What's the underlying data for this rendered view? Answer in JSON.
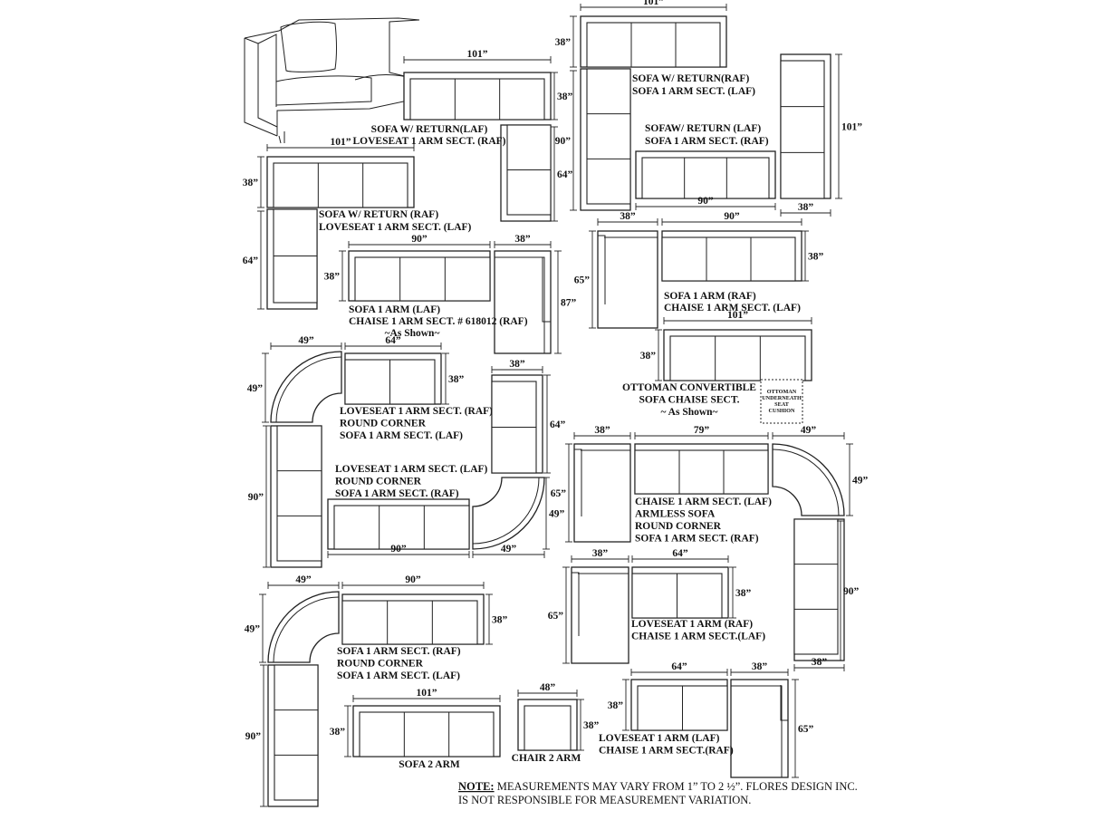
{
  "sectionals": [
    {
      "id": "a",
      "label_lines": [
        "SOFA W/ RETURN(LAF)",
        "LOVESEAT 1 ARM SECT. (RAF)"
      ],
      "dims": [
        "101”",
        "38”",
        "64”"
      ]
    },
    {
      "id": "b",
      "label_lines": [
        "SOFA W/ RETURN(RAF)",
        "SOFA 1 ARM SECT. (LAF)"
      ],
      "dims": [
        "101”",
        "38”",
        "90”"
      ]
    },
    {
      "id": "c",
      "label_lines": [
        "SOFAW/ RETURN (LAF)",
        "SOFA 1 ARM SECT. (RAF)"
      ],
      "dims": [
        "90”",
        "38”",
        "101”"
      ]
    },
    {
      "id": "d",
      "label_lines": [
        "SOFA W/ RETURN (RAF)",
        "LOVESEAT 1 ARM SECT.  (LAF)"
      ],
      "dims": [
        "101”",
        "38”",
        "64”"
      ]
    },
    {
      "id": "e",
      "label_lines": [
        "SOFA 1 ARM (LAF)",
        "CHAISE 1 ARM SECT. # 618012 (RAF)",
        "~As Shown~"
      ],
      "dims": [
        "90”",
        "38”",
        "38”",
        "87”"
      ]
    },
    {
      "id": "f",
      "label_lines": [
        "SOFA 1 ARM (RAF)",
        "CHAISE 1 ARM SECT.  (LAF)"
      ],
      "dims": [
        "38”",
        "90”",
        "65”",
        "38”"
      ]
    },
    {
      "id": "g",
      "label_lines": [
        "OTTOMAN CONVERTIBLE",
        "SOFA CHAISE SECT.",
        "~ As Shown~"
      ],
      "dims": [
        "101”",
        "38”"
      ],
      "ottoman_lines": [
        "OTTOMAN",
        "UNDERNEATH",
        "SEAT",
        "CUSHION"
      ]
    },
    {
      "id": "h",
      "label_lines": [
        "LOVESEAT 1 ARM SECT. (RAF)",
        "ROUND CORNER",
        "SOFA 1 ARM SECT. (LAF)"
      ],
      "dims": [
        "49”",
        "64”",
        "49”",
        "38”",
        "38”",
        "64”",
        "90”"
      ]
    },
    {
      "id": "i",
      "label_lines": [
        "LOVESEAT 1 ARM SECT. (LAF)",
        "ROUND CORNER",
        "SOFA 1 ARM SECT. (RAF)"
      ],
      "dims": [
        "90”",
        "49”",
        "49”"
      ]
    },
    {
      "id": "j",
      "label_lines": [
        "CHAISE 1 ARM SECT. (LAF)",
        "ARMLESS SOFA",
        "ROUND CORNER",
        "SOFA 1 ARM SECT. (RAF)"
      ],
      "dims": [
        "38”",
        "79”",
        "49”",
        "65”",
        "49”",
        "90”",
        "38”"
      ]
    },
    {
      "id": "k",
      "label_lines": [
        "LOVESEAT 1 ARM (RAF)",
        "CHAISE 1 ARM SECT.(LAF)"
      ],
      "dims": [
        "38”",
        "64”",
        "65”",
        "38”"
      ]
    },
    {
      "id": "l",
      "label_lines": [
        "SOFA 1 ARM SECT. (RAF)",
        "ROUND CORNER",
        "SOFA 1 ARM SECT. (LAF)"
      ],
      "dims": [
        "49”",
        "90”",
        "49”",
        "38”",
        "90”"
      ]
    },
    {
      "id": "m",
      "label_lines": [
        "SOFA 2 ARM"
      ],
      "dims": [
        "101”",
        "38”"
      ]
    },
    {
      "id": "n",
      "label_lines": [
        "CHAIR 2 ARM"
      ],
      "dims": [
        "48”",
        "38”"
      ]
    },
    {
      "id": "o",
      "label_lines": [
        "LOVESEAT 1 ARM (LAF)",
        "CHAISE 1 ARM SECT.(RAF)"
      ],
      "dims": [
        "64”",
        "38”",
        "38”",
        "65”"
      ]
    }
  ],
  "note": {
    "heading": "NOTE:",
    "line1": " MEASUREMENTS MAY VARY FROM 1” TO 2 ½”. FLORES DESIGN INC.",
    "line2": "IS NOT RESPONSIBLE FOR MEASUREMENT VARIATION."
  },
  "colors": {
    "ink": "#222222",
    "background": "#ffffff"
  },
  "illustration": "sofa-sketch-icon"
}
